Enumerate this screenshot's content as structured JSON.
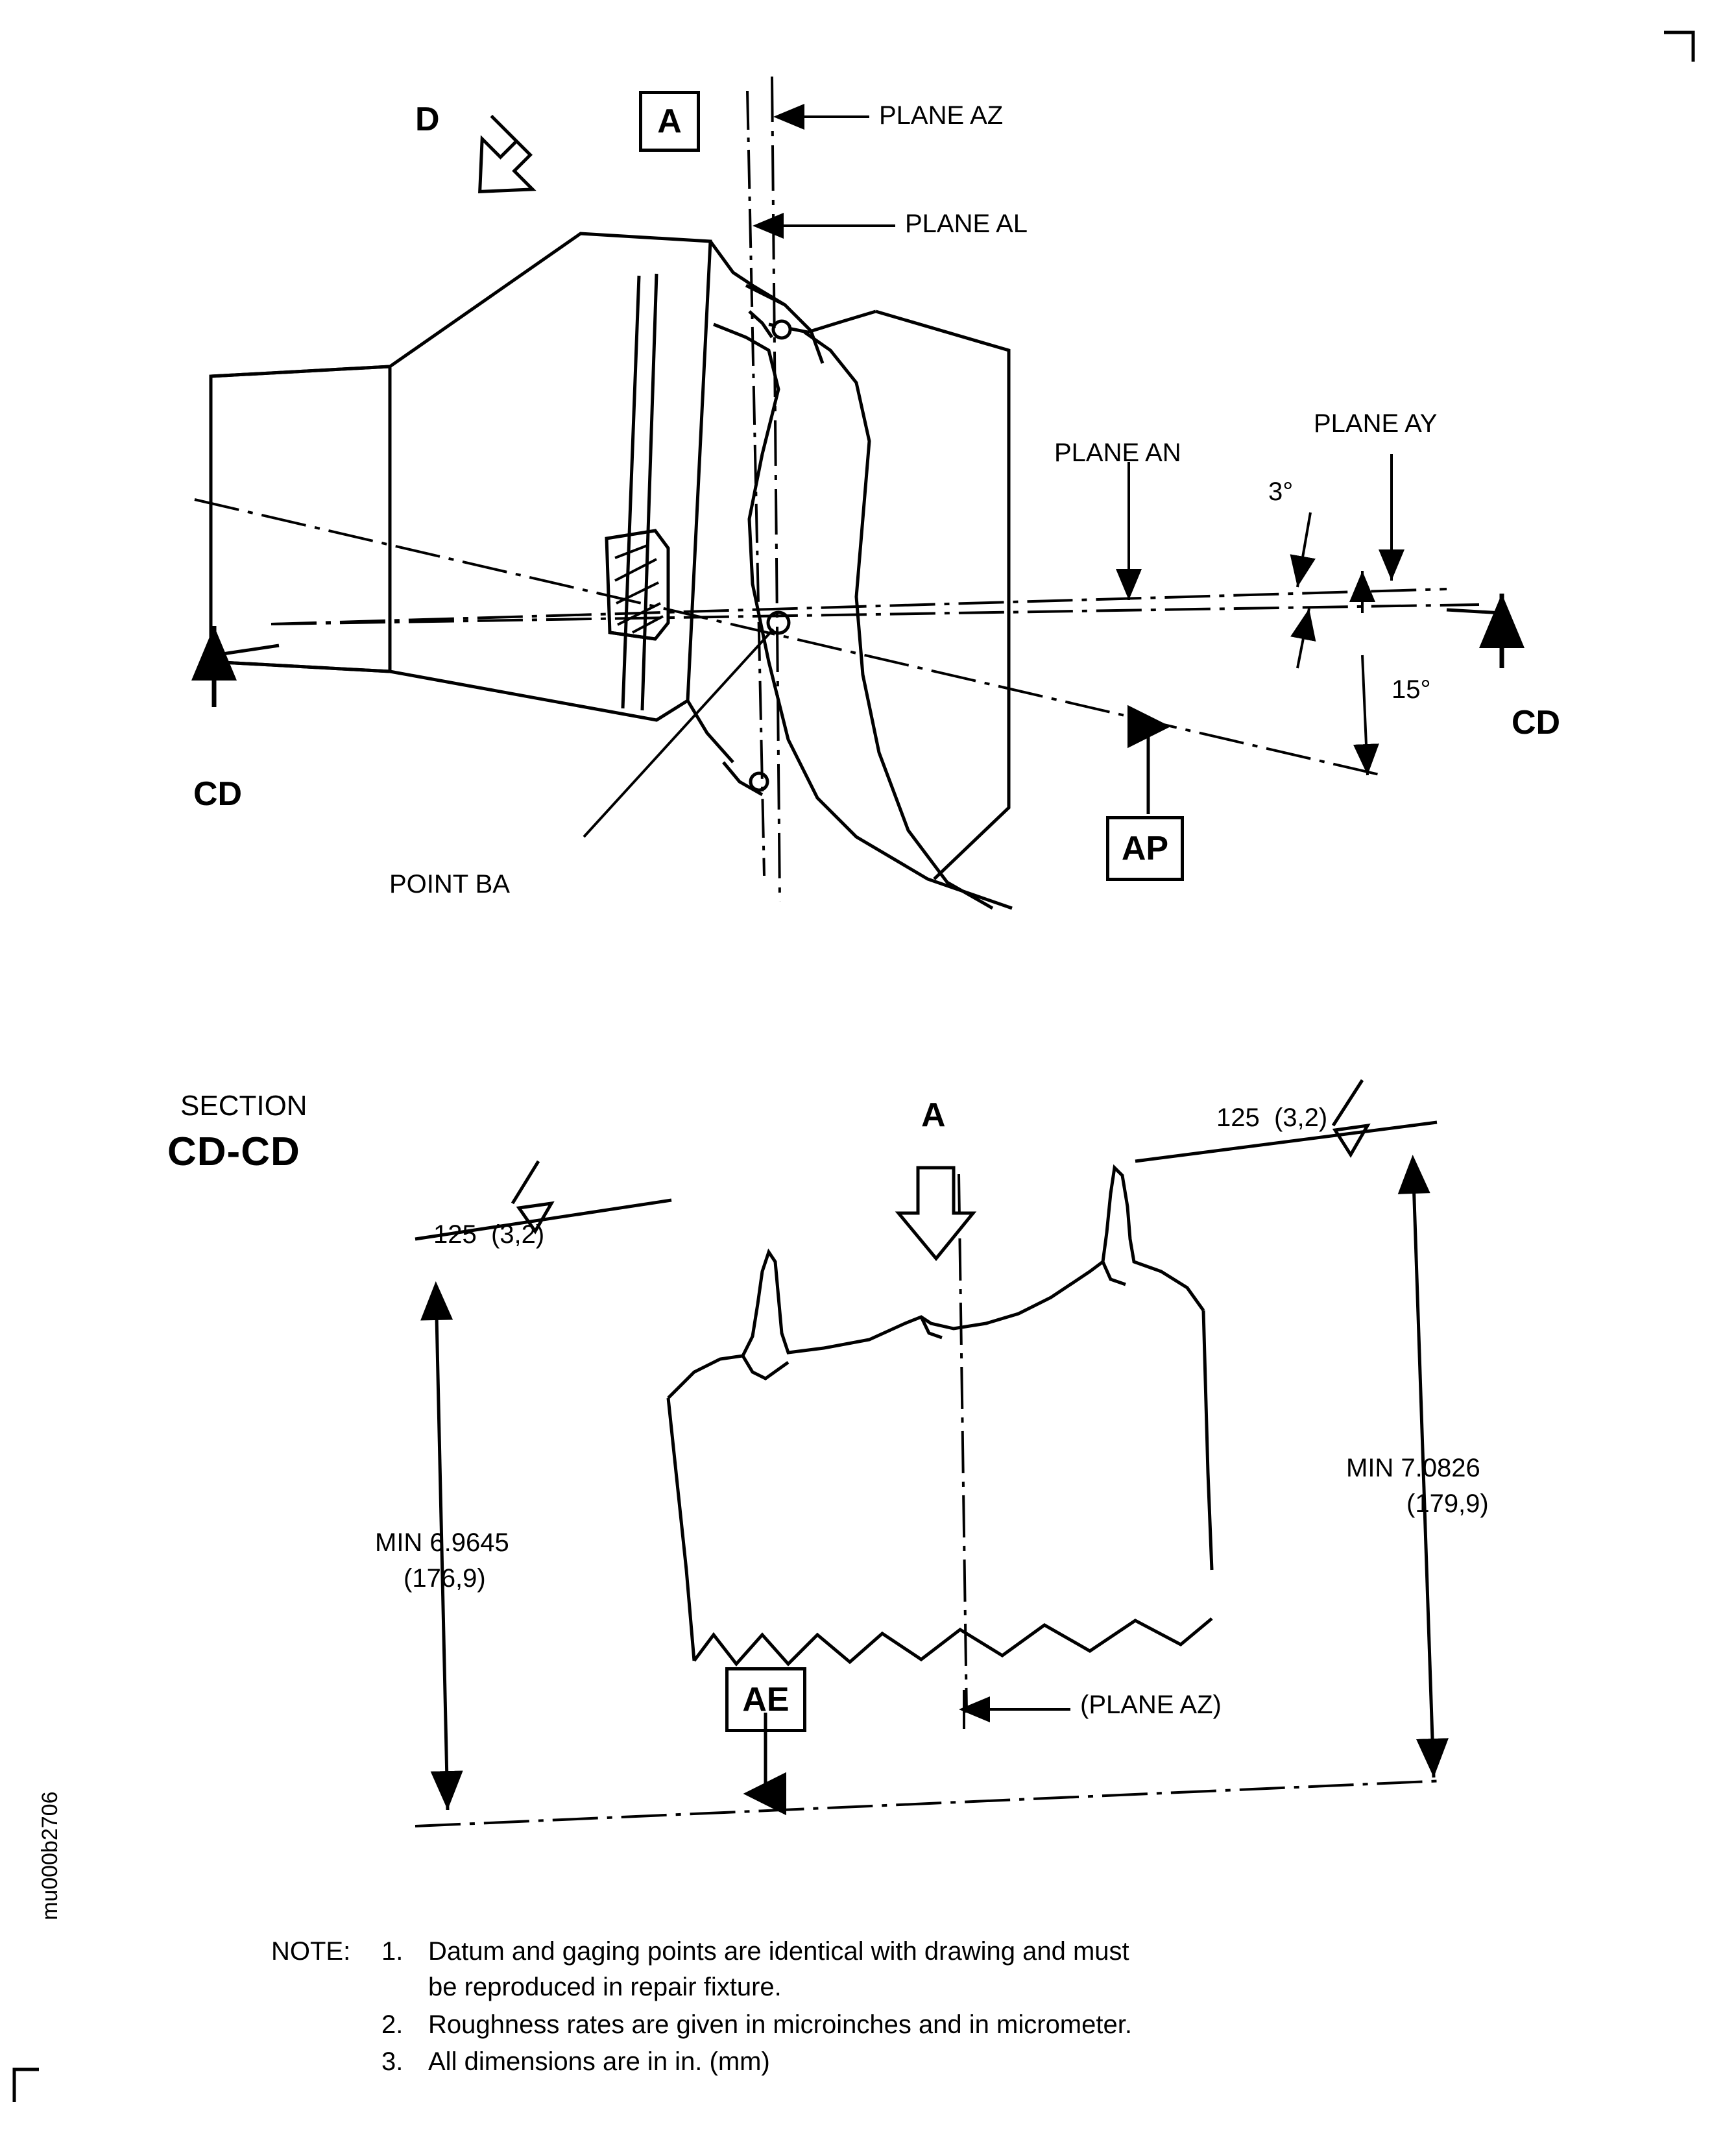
{
  "sheet": {
    "drawing_code": "mu000b2706"
  },
  "top_view": {
    "view_arrow_d": "D",
    "datum_a": "A",
    "datum_ap": "AP",
    "plane_az": "PLANE AZ",
    "plane_al": "PLANE AL",
    "plane_an": "PLANE AN",
    "plane_ay": "PLANE AY",
    "angle_3": "3°",
    "angle_15": "15°",
    "point_ba": "POINT BA",
    "section_cut_left": "CD",
    "section_cut_right": "CD"
  },
  "section_view": {
    "section_word": "SECTION",
    "section_name": "CD-CD",
    "view_arrow_a": "A",
    "datum_ae": "AE",
    "plane_az_ref": "(PLANE AZ)",
    "roughness_left": "125  (3,2)",
    "roughness_right": "125  (3,2)",
    "dim_left_line1": "MIN 6.9645",
    "dim_left_line2": "(176,9)",
    "dim_right_line1": "MIN 7.0826",
    "dim_right_line2": "(179,9)"
  },
  "notes": {
    "heading": "NOTE:",
    "items": [
      {
        "num": "1.",
        "line1": "Datum and gaging points are identical with drawing and must",
        "line2": "be reproduced in repair fixture."
      },
      {
        "num": "2.",
        "line1": "Roughness rates are given in microinches and in micrometer.",
        "line2": ""
      },
      {
        "num": "3.",
        "line1": "All dimensions are in in. (mm)",
        "line2": ""
      }
    ]
  }
}
